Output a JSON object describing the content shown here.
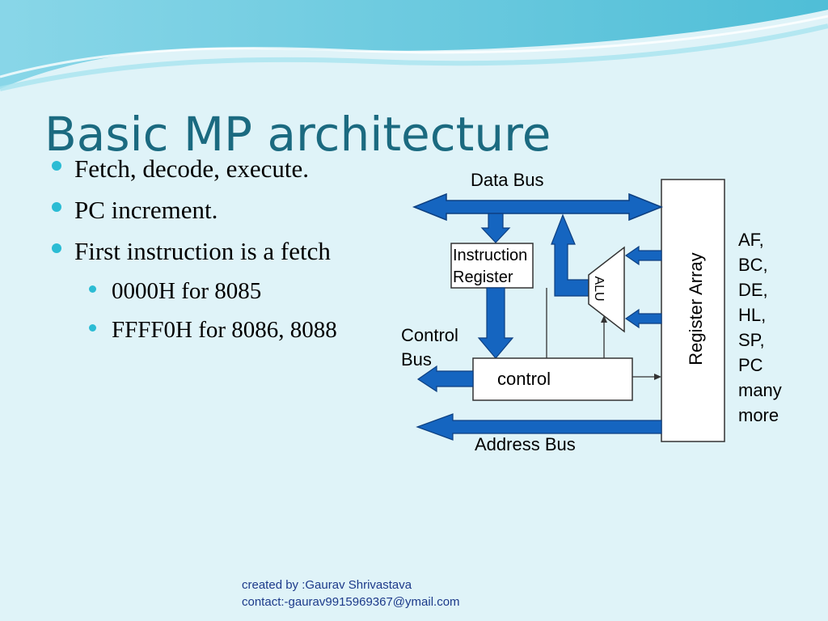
{
  "slide": {
    "title": "Basic MP architecture",
    "bullets": [
      {
        "text": "Fetch, decode, execute."
      },
      {
        "text": "PC increment."
      },
      {
        "text": "First instruction is a fetch"
      }
    ],
    "sub_bullets": [
      {
        "text": "0000H for 8085"
      },
      {
        "text": "FFFF0H for 8086, 8088"
      }
    ]
  },
  "diagram": {
    "data_bus": "Data Bus",
    "instruction_register": [
      "Instruction",
      "Register"
    ],
    "alu": "ALU",
    "register_array": "Register Array",
    "control_bus": [
      "Control",
      "Bus"
    ],
    "control": "control",
    "address_bus": "Address Bus",
    "registers": [
      "AF,",
      "BC,",
      "DE,",
      "HL,",
      "SP,",
      "PC",
      "many",
      "more"
    ]
  },
  "footer": {
    "created_by": "created by :Gaurav Shrivastava",
    "contact": "contact:-gaurav9915969367@ymail.com"
  },
  "colors": {
    "title": "#1b6a80",
    "bullet": "#2bbcd4",
    "arrow_fill": "#1565c0",
    "footer": "#1c3a8a"
  }
}
